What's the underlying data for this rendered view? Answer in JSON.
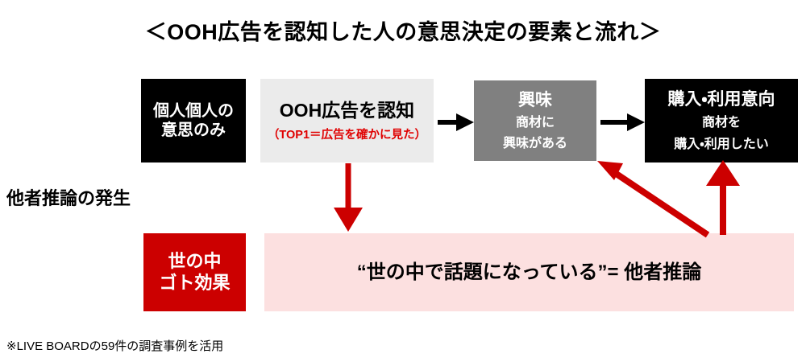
{
  "title": "＜OOH広告を認知した人の意思決定の要素と流れ＞",
  "colors": {
    "black": "#000000",
    "light_gray": "#ebebeb",
    "gray": "#808080",
    "red": "#cc0000",
    "red_text": "#e00000",
    "pink": "#fce0e0",
    "white": "#ffffff"
  },
  "flow": {
    "individual": {
      "line1": "個人個人の",
      "line2": "意思のみ"
    },
    "awareness": {
      "heading": "OOH広告を認知",
      "note": "（TOP1＝広告を確かに見た）"
    },
    "interest": {
      "heading": "興味",
      "line1": "商材に",
      "line2": "興味がある"
    },
    "intent": {
      "heading": "購入・利用意向",
      "line1": "商材を",
      "line2": "購入・利用したい"
    }
  },
  "left_label": "他者推論の発生",
  "bottom": {
    "yononaka": {
      "line1": "世の中",
      "line2": "ゴト効果"
    },
    "buzz": "“世の中で話題になっている”= 他者推論"
  },
  "footnote": "※LIVE BOARDの59件の調査事例を活用",
  "arrows": [
    {
      "name": "awareness-to-interest",
      "style": "black-horizontal",
      "from": "OOH広告を認知",
      "to": "興味"
    },
    {
      "name": "interest-to-intent",
      "style": "black-horizontal",
      "from": "興味",
      "to": "購入・利用意向"
    },
    {
      "name": "awareness-to-buzz",
      "style": "red-down",
      "from": "OOH広告を認知",
      "to": "世の中で話題になっている"
    },
    {
      "name": "buzz-to-interest",
      "style": "red-diagonal-up",
      "from": "世の中で話題になっている",
      "to": "興味"
    },
    {
      "name": "buzz-to-intent",
      "style": "red-up",
      "from": "世の中で話題になっている",
      "to": "購入・利用意向"
    }
  ]
}
